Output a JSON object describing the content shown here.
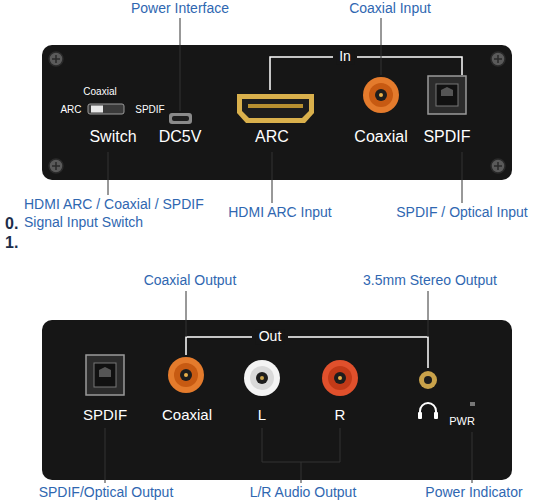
{
  "diagram": {
    "nodes": [
      {
        "text": [
          "In",
          "Coaxial",
          "ARC",
          "SPDIF",
          "Switch",
          "DC5V",
          "ARC",
          "Coaxial",
          "SPDIF"
        ]
      },
      {
        "text": [
          "Out",
          "SPDIF",
          "Coaxial",
          "L",
          "R",
          "PWR"
        ]
      }
    ],
    "labels": [
      "Power Interface",
      "Coaxial Input",
      "HDMI ARC / Coaxial / SPDIF Signal Input Switch",
      "0.",
      "1.",
      "HDMI ARC Input",
      "SPDIF / Optical Input",
      "Coaxial Output",
      "3.5mm Stereo Output",
      "SPDIF/Optical Output",
      "L/R Audio Output",
      "Power Indicator"
    ]
  }
}
